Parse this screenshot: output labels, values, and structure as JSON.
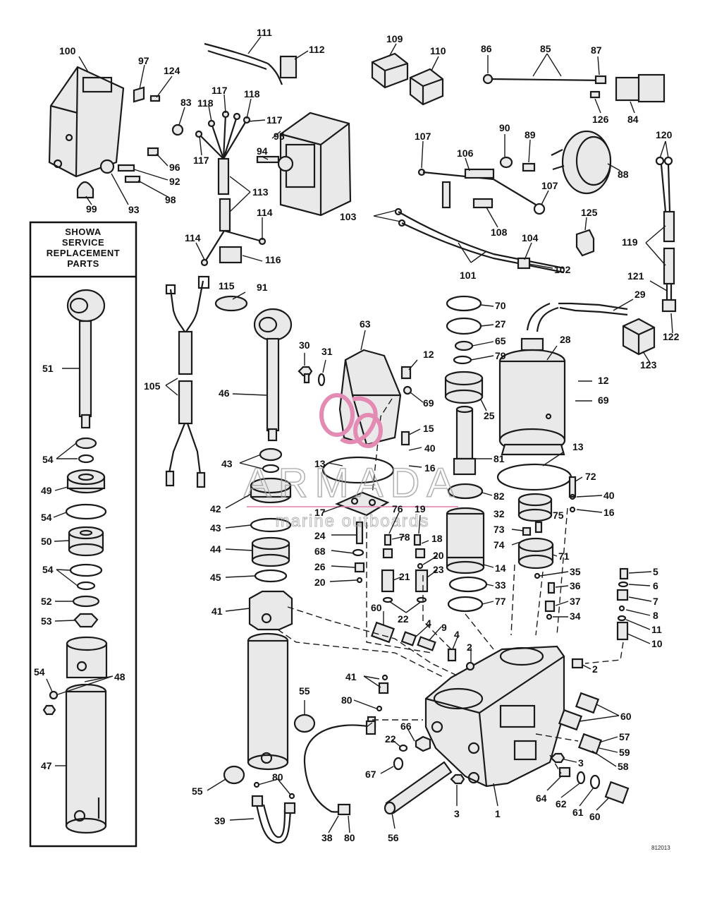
{
  "diagram": {
    "box_title": [
      "SHOWA",
      "SERVICE",
      "REPLACEMENT",
      "PARTS"
    ],
    "watermark": {
      "brand": "ARMADA",
      "tagline": "marine outboards",
      "accent_color": "#e48bb4"
    },
    "drawing_code": "812013",
    "labels": {
      "p1": "1",
      "p2a": "2",
      "p2b": "2",
      "p3a": "3",
      "p3b": "3",
      "p4a": "4",
      "p4b": "4",
      "p5": "5",
      "p6": "6",
      "p7": "7",
      "p8": "8",
      "p9": "9",
      "p10": "10",
      "p11": "11",
      "p12a": "12",
      "p12b": "12",
      "p13a": "13",
      "p13b": "13",
      "p14": "14",
      "p15": "15",
      "p16a": "16",
      "p16b": "16",
      "p17": "17",
      "p18": "18",
      "p19": "19",
      "p20a": "20",
      "p20b": "20",
      "p21": "21",
      "p22a": "22",
      "p22b": "22",
      "p23": "23",
      "p24": "24",
      "p25": "25",
      "p26": "26",
      "p27": "27",
      "p28": "28",
      "p29": "29",
      "p30": "30",
      "p31": "31",
      "p32": "32",
      "p33": "33",
      "p34": "34",
      "p35": "35",
      "p36": "36",
      "p37": "37",
      "p38": "38",
      "p39": "39",
      "p40a": "40",
      "p40b": "40",
      "p41a": "41",
      "p41b": "41",
      "p42": "42",
      "p43a": "43",
      "p43b": "43",
      "p44": "44",
      "p45": "45",
      "p46": "46",
      "p47": "47",
      "p48": "48",
      "p49": "49",
      "p50": "50",
      "p51": "51",
      "p52": "52",
      "p53": "53",
      "p54a": "54",
      "p54b": "54",
      "p54c": "54",
      "p54d": "54",
      "p55a": "55",
      "p55b": "55",
      "p56": "56",
      "p57": "57",
      "p58": "58",
      "p59": "59",
      "p60a": "60",
      "p60b": "60",
      "p60c": "60",
      "p61": "61",
      "p62": "62",
      "p63": "63",
      "p64": "64",
      "p65": "65",
      "p66": "66",
      "p67": "67",
      "p68": "68",
      "p69a": "69",
      "p69b": "69",
      "p70": "70",
      "p71": "71",
      "p72": "72",
      "p73": "73",
      "p74": "74",
      "p75": "75",
      "p76": "76",
      "p77": "77",
      "p78": "78",
      "p79": "79",
      "p80a": "80",
      "p80b": "80",
      "p80c": "80",
      "p81": "81",
      "p82": "82",
      "p83": "83",
      "p84": "84",
      "p85": "85",
      "p86": "86",
      "p87": "87",
      "p88": "88",
      "p89": "89",
      "p90": "90",
      "p91": "91",
      "p92": "92",
      "p93": "93",
      "p94": "94",
      "p95": "95",
      "p96": "96",
      "p97": "97",
      "p98": "98",
      "p99": "99",
      "p100": "100",
      "p101": "101",
      "p102": "102",
      "p103": "103",
      "p104": "104",
      "p105": "105",
      "p106": "106",
      "p107a": "107",
      "p107b": "107",
      "p108": "108",
      "p109": "109",
      "p110": "110",
      "p111": "111",
      "p112": "112",
      "p113": "113",
      "p114a": "114",
      "p114b": "114",
      "p115": "115",
      "p116": "116",
      "p117a": "117",
      "p117b": "117",
      "p117c": "117",
      "p118a": "118",
      "p118b": "118",
      "p119": "119",
      "p120": "120",
      "p121": "121",
      "p122": "122",
      "p123": "123",
      "p124": "124",
      "p125": "125",
      "p126": "126"
    }
  }
}
